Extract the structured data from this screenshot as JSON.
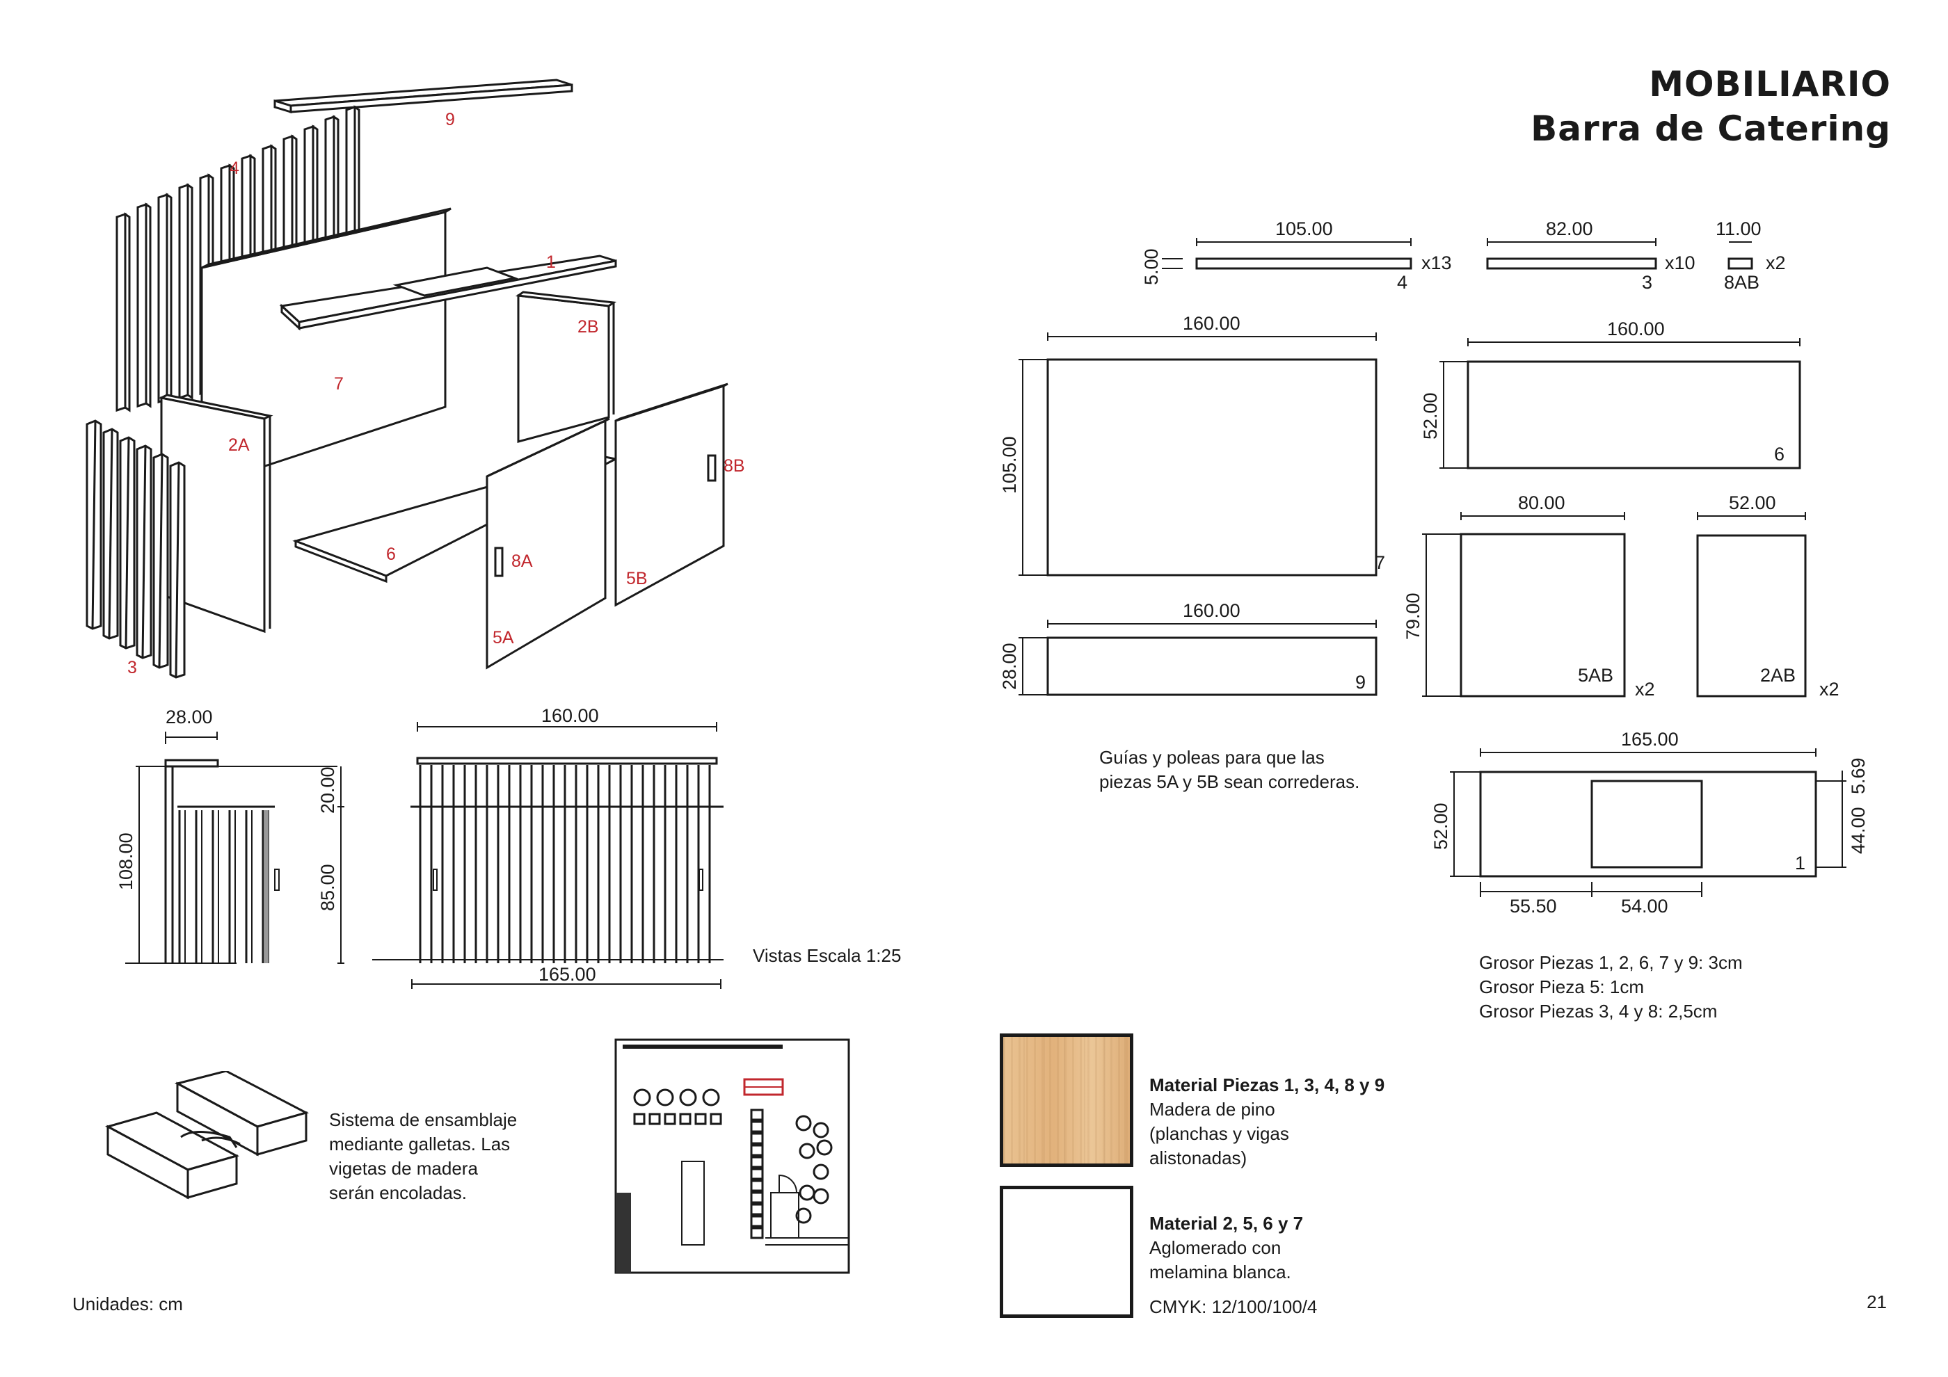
{
  "header": {
    "title_line1": "MOBILIARIO",
    "title_line2": "Barra de Catering"
  },
  "exploded_labels": [
    "9",
    "4",
    "1",
    "2B",
    "7",
    "2A",
    "8B",
    "6",
    "8A",
    "5B",
    "5A",
    "3"
  ],
  "views": {
    "side": {
      "width": "28.00",
      "height_total": "108.00",
      "top": "20.00",
      "body": "85.00"
    },
    "front": {
      "top_width": "160.00",
      "bottom_width": "165.00"
    },
    "scale_note": "Vistas Escala 1:25"
  },
  "pieces": {
    "p4": {
      "length": "105.00",
      "height": "5.00",
      "count": "x13",
      "id": "4"
    },
    "p3": {
      "length": "82.00",
      "count": "x10",
      "id": "3"
    },
    "p8": {
      "length": "11.00",
      "count": "x2",
      "id": "8AB"
    },
    "p7": {
      "width": "160.00",
      "height": "105.00",
      "id": "7"
    },
    "p6": {
      "width": "160.00",
      "height": "52.00",
      "id": "6"
    },
    "p9": {
      "width": "160.00",
      "height": "28.00",
      "id": "9"
    },
    "p5": {
      "width": "80.00",
      "height": "79.00",
      "id": "5AB",
      "count": "x2"
    },
    "p2": {
      "width": "52.00",
      "id": "2AB",
      "count": "x2"
    },
    "p1": {
      "width": "165.00",
      "height": "52.00",
      "inner_h": "44.00",
      "offset": "5.69",
      "left": "55.50",
      "hole": "54.00",
      "id": "1"
    }
  },
  "notes": {
    "guides": [
      "Guías y poleas para que las",
      "piezas 5A y 5B sean correderas."
    ],
    "thickness": [
      "Grosor Piezas 1, 2, 6, 7 y 9: 3cm",
      "Grosor Pieza 5: 1cm",
      "Grosor Piezas 3, 4 y 8: 2,5cm"
    ],
    "assembly": [
      "Sistema de ensamblaje",
      "mediante galletas. Las",
      "vigetas de madera",
      "serán encoladas."
    ]
  },
  "materials": {
    "m1": {
      "title": "Material Piezas 1, 3, 4, 8 y 9",
      "lines": [
        "Madera de pino",
        "(planchas y vigas",
        "alistonadas)"
      ]
    },
    "m2": {
      "title": "Material 2, 5, 6 y 7",
      "lines": [
        "Aglomerado con",
        "melamina blanca."
      ],
      "cmyk": "CMYK: 12/100/100/4"
    }
  },
  "footer": {
    "units": "Unidades: cm",
    "page": "21"
  },
  "colors": {
    "accent_red": "#c1272d",
    "line": "#1a1a1a",
    "wood": "#e2b27c"
  }
}
